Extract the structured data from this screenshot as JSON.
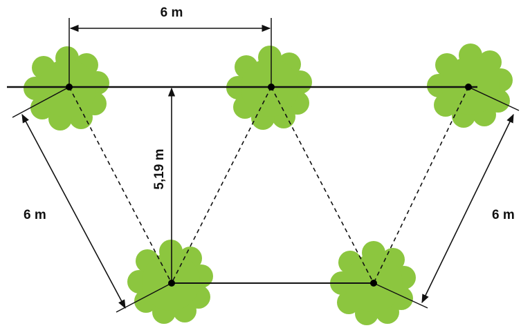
{
  "diagram": {
    "labels": {
      "top_spacing": "6 m",
      "row_distance": "5,19 m",
      "left_diagonal": "6 m",
      "right_diagonal": "6 m"
    },
    "colors": {
      "foliage": "#8cc63f",
      "foliage_dark": "#6fa72d",
      "line": "#111111",
      "background": "#ffffff"
    },
    "trees": {
      "top_row_count": 3,
      "bottom_row_count": 2
    }
  }
}
